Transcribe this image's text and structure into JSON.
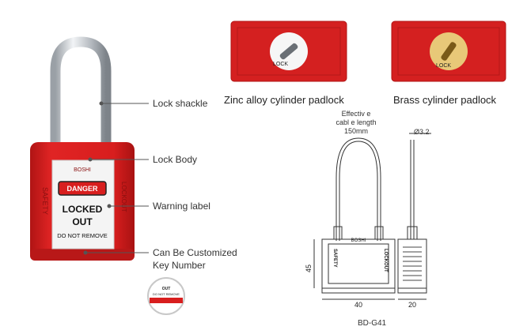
{
  "padlock": {
    "brand": "BOSHI",
    "side_left": "SAFETY",
    "side_right": "LOCKOUT",
    "danger": "DANGER",
    "locked_out_1": "LOCKED",
    "locked_out_2": "OUT",
    "do_not_remove": "DO NOT REMOVE"
  },
  "callouts": {
    "shackle": "Lock shackle",
    "body": "Lock Body",
    "warning": "Warning label",
    "customized_1": "Can Be Customized",
    "customized_2": "Key Number"
  },
  "key_tag": {
    "out": "OUT",
    "do_not_remove": "DO NOT REMOVE"
  },
  "cylinders": {
    "zinc_caption": "Zinc alloy cylinder padlock",
    "brass_caption": "Brass cylinder padlock",
    "lock_label": "LOCK",
    "lock_label_2": "LOCK"
  },
  "drawing": {
    "cable_label_1": "Effectiv e",
    "cable_label_2": "cabl e length",
    "cable_label_3": "150mm",
    "diameter": "Ø3.2",
    "height": "45",
    "width": "40",
    "depth": "20",
    "model": "BD-G41",
    "front_left_text": "SAFETY",
    "front_right_text": "LOCKOUT",
    "front_brand": "BOSHI"
  },
  "colors": {
    "red": "#d81e1e",
    "steel": "#c8ccd0",
    "brass": "#e6c36a"
  }
}
